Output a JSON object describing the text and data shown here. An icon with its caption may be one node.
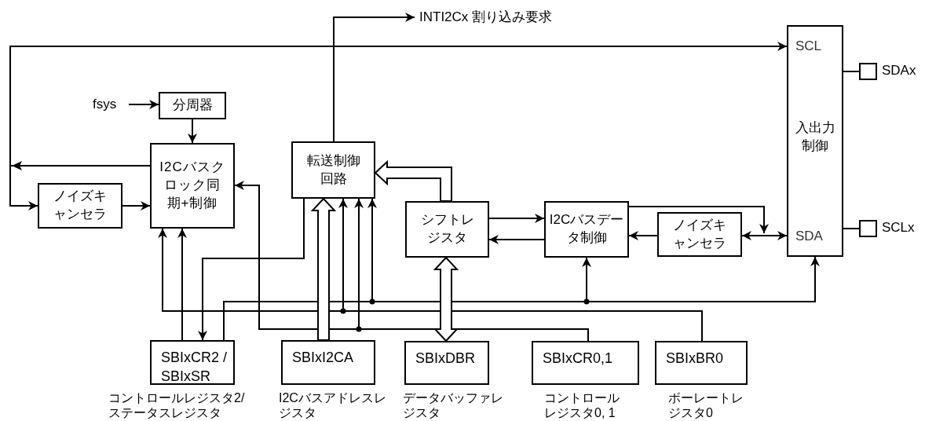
{
  "diagram": {
    "nodes": [
      {
        "text": [
          "fsys"
        ]
      },
      {
        "text": [
          "分周器"
        ]
      },
      {
        "text": [
          "I2Cバスクロック同期+制御"
        ]
      },
      {
        "text": [
          "ノイズキャンセラ"
        ]
      },
      {
        "text": [
          "転送制御回路"
        ]
      },
      {
        "text": [
          "シフトレジスタ"
        ]
      },
      {
        "text": [
          "I2Cバスデータ制御"
        ]
      },
      {
        "text": [
          "ノイズキャンセラ"
        ]
      },
      {
        "text": [
          "SCL",
          "入出力制御",
          "SDA"
        ]
      },
      {
        "text": [],
        "shape": "box",
        "beside": [
          "SDAx"
        ]
      },
      {
        "text": [],
        "shape": "box",
        "beside": [
          "SCLx"
        ]
      },
      {
        "text": [
          "SBIxCR2 / SBIxSR"
        ],
        "beside": [
          "コントロールレジスタ2/ステータスレジスタ"
        ]
      },
      {
        "text": [
          "SBIxI2CA"
        ],
        "beside": [
          "I2Cバスアドレスレジスタ"
        ]
      },
      {
        "text": [
          "SBIxDBR"
        ],
        "beside": [
          "データバッファレジスタ"
        ]
      },
      {
        "text": [
          "SBIxCR0,1"
        ],
        "beside": [
          "コントロールレジスタ0, 1"
        ]
      },
      {
        "text": [
          "SBIxBR0"
        ],
        "beside": [
          "ボーレートレジスタ0"
        ]
      },
      {
        "text": [
          "INTI2Cx 割り込み要求"
        ]
      }
    ],
    "edges": [
      {
        "from": 0,
        "to": 1,
        "arrow": "to"
      },
      {
        "from": 1,
        "to": 2,
        "arrow": "to"
      },
      {
        "from": 2,
        "to": 8,
        "arrow": "to"
      },
      {
        "from": 8,
        "to": 3,
        "arrow": "to"
      },
      {
        "from": 3,
        "to": 2,
        "arrow": "to"
      },
      {
        "from": 4,
        "to": 16,
        "arrow": "to"
      },
      {
        "from": 5,
        "to": 4,
        "arrow": "to",
        "style": "thick"
      },
      {
        "from": 12,
        "to": 4,
        "arrow": "to",
        "style": "thick"
      },
      {
        "from": 5,
        "to": 13,
        "arrow": "both",
        "style": "thick"
      },
      {
        "from": 5,
        "to": 6,
        "arrow": "to"
      },
      {
        "from": 6,
        "to": 5,
        "arrow": "to"
      },
      {
        "from": 7,
        "to": 6,
        "arrow": "to"
      },
      {
        "from": 7,
        "to": 8,
        "arrow": "both"
      },
      {
        "from": 6,
        "to": 8,
        "arrow": "to"
      },
      {
        "from": 4,
        "to": 11,
        "arrow": "to"
      },
      {
        "from": 11,
        "to": 2,
        "arrow": "to"
      },
      {
        "from": 15,
        "to": 2,
        "arrow": "to"
      },
      {
        "from": 15,
        "to": 4,
        "arrow": "to"
      },
      {
        "from": 11,
        "to": 4,
        "arrow": "to"
      },
      {
        "from": 11,
        "to": 6,
        "arrow": "to"
      },
      {
        "from": 11,
        "to": 8,
        "arrow": "to"
      },
      {
        "from": 14,
        "to": 2,
        "arrow": "to"
      },
      {
        "from": 14,
        "to": 4,
        "arrow": "to"
      },
      {
        "from": 8,
        "to": 9,
        "arrow": "none"
      },
      {
        "from": 8,
        "to": 10,
        "arrow": "none"
      }
    ]
  }
}
